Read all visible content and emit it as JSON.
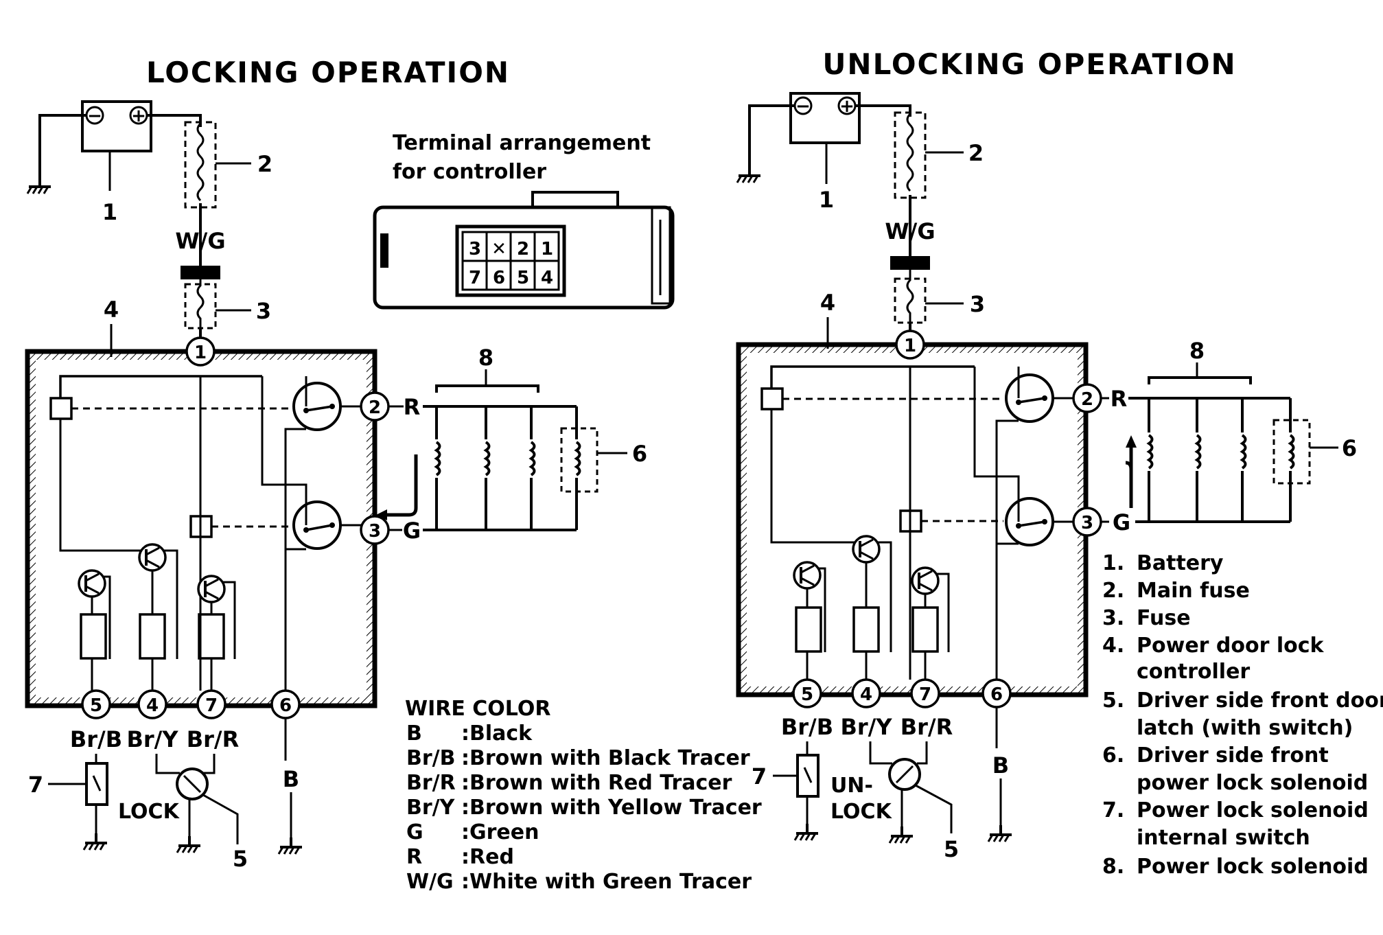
{
  "panels": [
    {
      "title": "LOCKING OPERATION",
      "battery_minus": "−",
      "battery_plus": "+",
      "callouts": {
        "battery": "1",
        "main_fuse": "2",
        "fuse": "3",
        "controller": "4",
        "latch": "5",
        "solenoid_6": "6",
        "switch_7": "7",
        "solenoids_8": "8"
      },
      "wires": {
        "top": "W/G",
        "t2": "R",
        "t3": "G",
        "t5": "Br/B",
        "t4": "Br/Y",
        "t7": "Br/R",
        "t6": "B"
      },
      "terminals": [
        "1",
        "2",
        "3",
        "5",
        "4",
        "7",
        "6"
      ],
      "switch_label": [
        "LOCK"
      ]
    },
    {
      "title": "UNLOCKING OPERATION",
      "battery_minus": "−",
      "battery_plus": "+",
      "callouts": {
        "battery": "1",
        "main_fuse": "2",
        "fuse": "3",
        "controller": "4",
        "latch": "5",
        "solenoid_6": "6",
        "switch_7": "7",
        "solenoids_8": "8"
      },
      "wires": {
        "top": "W/G",
        "t2": "R",
        "t3": "G",
        "t5": "Br/B",
        "t4": "Br/Y",
        "t7": "Br/R",
        "t6": "B"
      },
      "terminals": [
        "1",
        "2",
        "3",
        "5",
        "4",
        "7",
        "6"
      ],
      "switch_label": [
        "UN-",
        "LOCK"
      ]
    }
  ],
  "connector": {
    "caption": [
      "Terminal arrangement",
      "for controller"
    ],
    "pins_top": [
      "3",
      "✕",
      "2",
      "1"
    ],
    "pins_bottom": [
      "7",
      "6",
      "5",
      "4"
    ]
  },
  "wire_color": {
    "heading": "WIRE COLOR",
    "rows": [
      {
        "code": "B",
        "desc": ":Black"
      },
      {
        "code": "Br/B",
        "desc": ":Brown with Black Tracer"
      },
      {
        "code": "Br/R",
        "desc": ":Brown with Red Tracer"
      },
      {
        "code": "Br/Y",
        "desc": ":Brown with Yellow Tracer"
      },
      {
        "code": "G",
        "desc": ":Green"
      },
      {
        "code": "R",
        "desc": ":Red"
      },
      {
        "code": "W/G",
        "desc": ":White with Green Tracer"
      }
    ]
  },
  "legend": [
    {
      "num": "1.",
      "lines": [
        "Battery"
      ]
    },
    {
      "num": "2.",
      "lines": [
        "Main fuse"
      ]
    },
    {
      "num": "3.",
      "lines": [
        "Fuse"
      ]
    },
    {
      "num": "4.",
      "lines": [
        "Power door lock",
        "controller"
      ]
    },
    {
      "num": "5.",
      "lines": [
        "Driver side front door",
        "latch (with switch)"
      ]
    },
    {
      "num": "6.",
      "lines": [
        "Driver side front",
        "power lock solenoid"
      ]
    },
    {
      "num": "7.",
      "lines": [
        "Power lock solenoid",
        "internal switch"
      ]
    },
    {
      "num": "8.",
      "lines": [
        "Power lock solenoid"
      ]
    }
  ]
}
